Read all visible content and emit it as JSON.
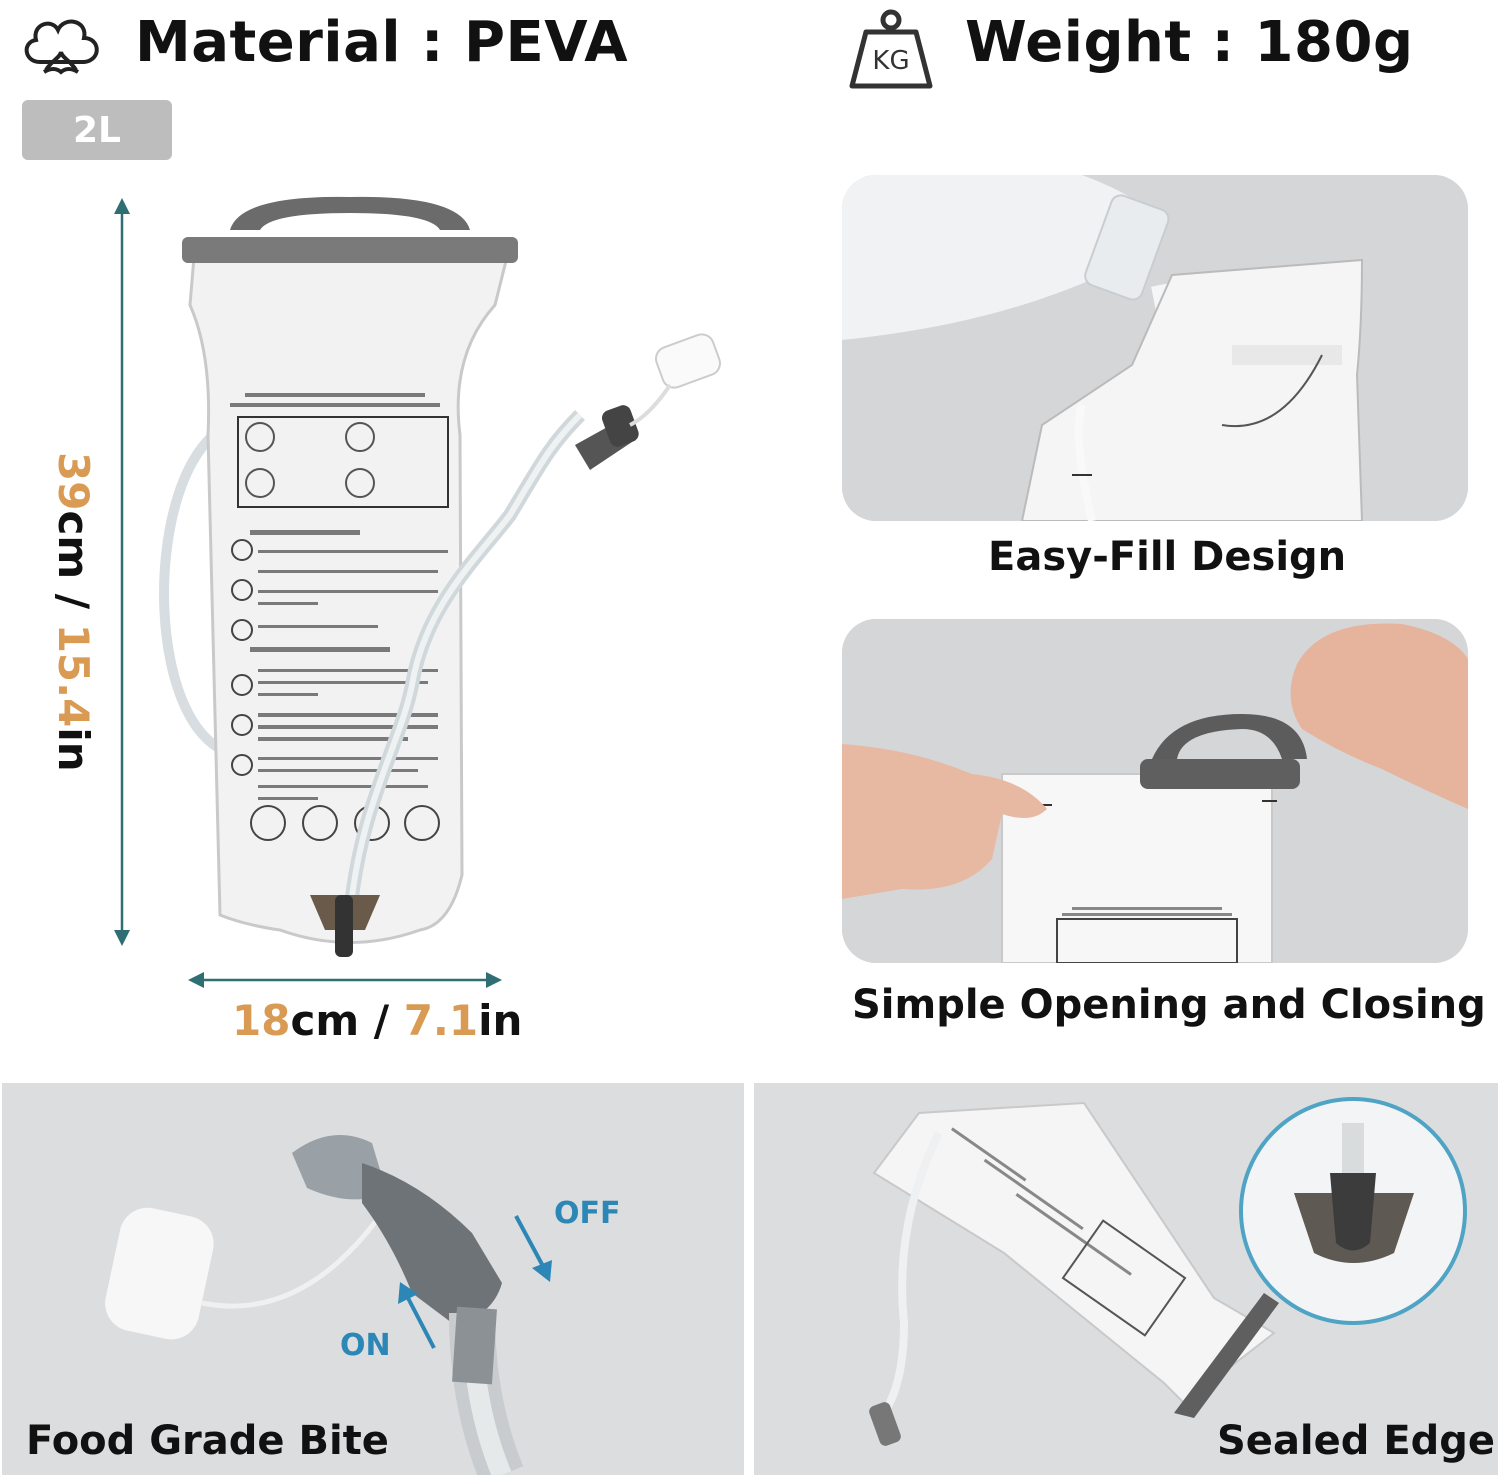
{
  "header": {
    "material_label": "Material : PEVA",
    "weight_label": "Weight : 180g",
    "kg_text": "KG",
    "capacity_badge": "2L"
  },
  "dimensions": {
    "height_cm": "39",
    "height_mid": "cm / ",
    "height_in": "15.4",
    "height_unit": "in",
    "width_cm": "18",
    "width_mid": "cm / ",
    "width_in": "7.1",
    "width_unit": "in"
  },
  "captions": {
    "easy_fill": "Easy-Fill Design",
    "opening": "Simple Opening and Closing",
    "bite": "Food Grade Bite",
    "sealed": "Sealed Edge"
  },
  "valve": {
    "off_label": "OFF",
    "on_label": "ON"
  },
  "colors": {
    "accent": "#d99a53",
    "arrow_teal": "#2f6f73",
    "valve_blue": "#2c86b6",
    "badge_gray": "#bdbdbd",
    "panel_gray": "#d6d7d9"
  },
  "icons": [
    "cotton-icon",
    "kg-weight-icon"
  ]
}
